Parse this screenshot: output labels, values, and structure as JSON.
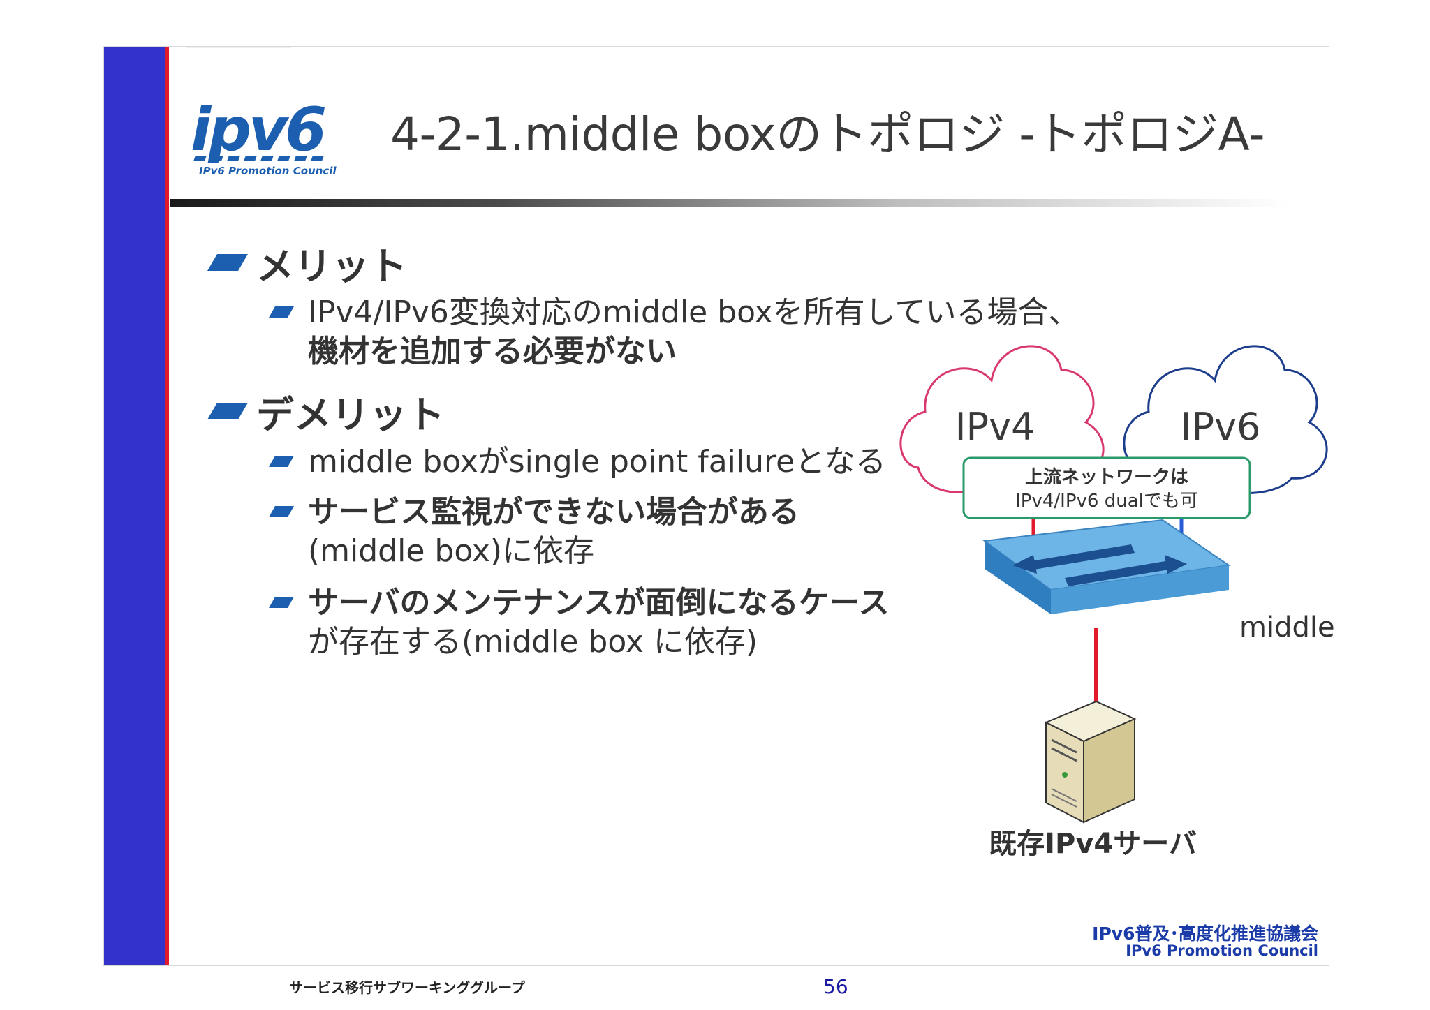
{
  "logo": {
    "wordmark": "ipv6",
    "tagline": "IPv6 Promotion Council"
  },
  "title": "4-2-1.middle boxのトポロジ -トポロジA-",
  "merit": {
    "heading": "メリット",
    "items": [
      {
        "lines": [
          "IPv4/IPv6変換対応のmiddle boxを所有している場合、",
          "機材を追加する必要がない"
        ]
      }
    ]
  },
  "demerit": {
    "heading": "デメリット",
    "items": [
      {
        "lines": [
          "middle boxがsingle point failureとなる"
        ]
      },
      {
        "lines": [
          "サービス監視ができない場合がある",
          "(middle box)に依存"
        ]
      },
      {
        "lines": [
          "サーバのメンテナンスが面倒になるケース",
          "が存在する(middle box に依存)"
        ]
      }
    ]
  },
  "diagram": {
    "cloud_v4": "IPv4",
    "cloud_v6": "IPv6",
    "upstream_line1": "上流ネットワークは",
    "upstream_line2": "IPv4/IPv6 dualでも可",
    "middle_box_label": "middle box",
    "server_label": "既存IPv4サーバ",
    "colors": {
      "v4_cloud": "#d9386f",
      "v6_cloud": "#1c3c8c",
      "v4_link": "#e11b2b",
      "v6_link": "#2a5bd7",
      "label_border": "#2a9a6a",
      "device": "#5aa7dd"
    }
  },
  "footer": {
    "left": "サービス移行サブワーキンググループ",
    "page": "56",
    "org_jp": "IPv6普及･高度化推進協議会",
    "org_en": "IPv6 Promotion Council"
  },
  "colors": {
    "side_bar": "#3333cc",
    "accent_red": "#e11b2b",
    "bullet": "#1c5fb0"
  }
}
